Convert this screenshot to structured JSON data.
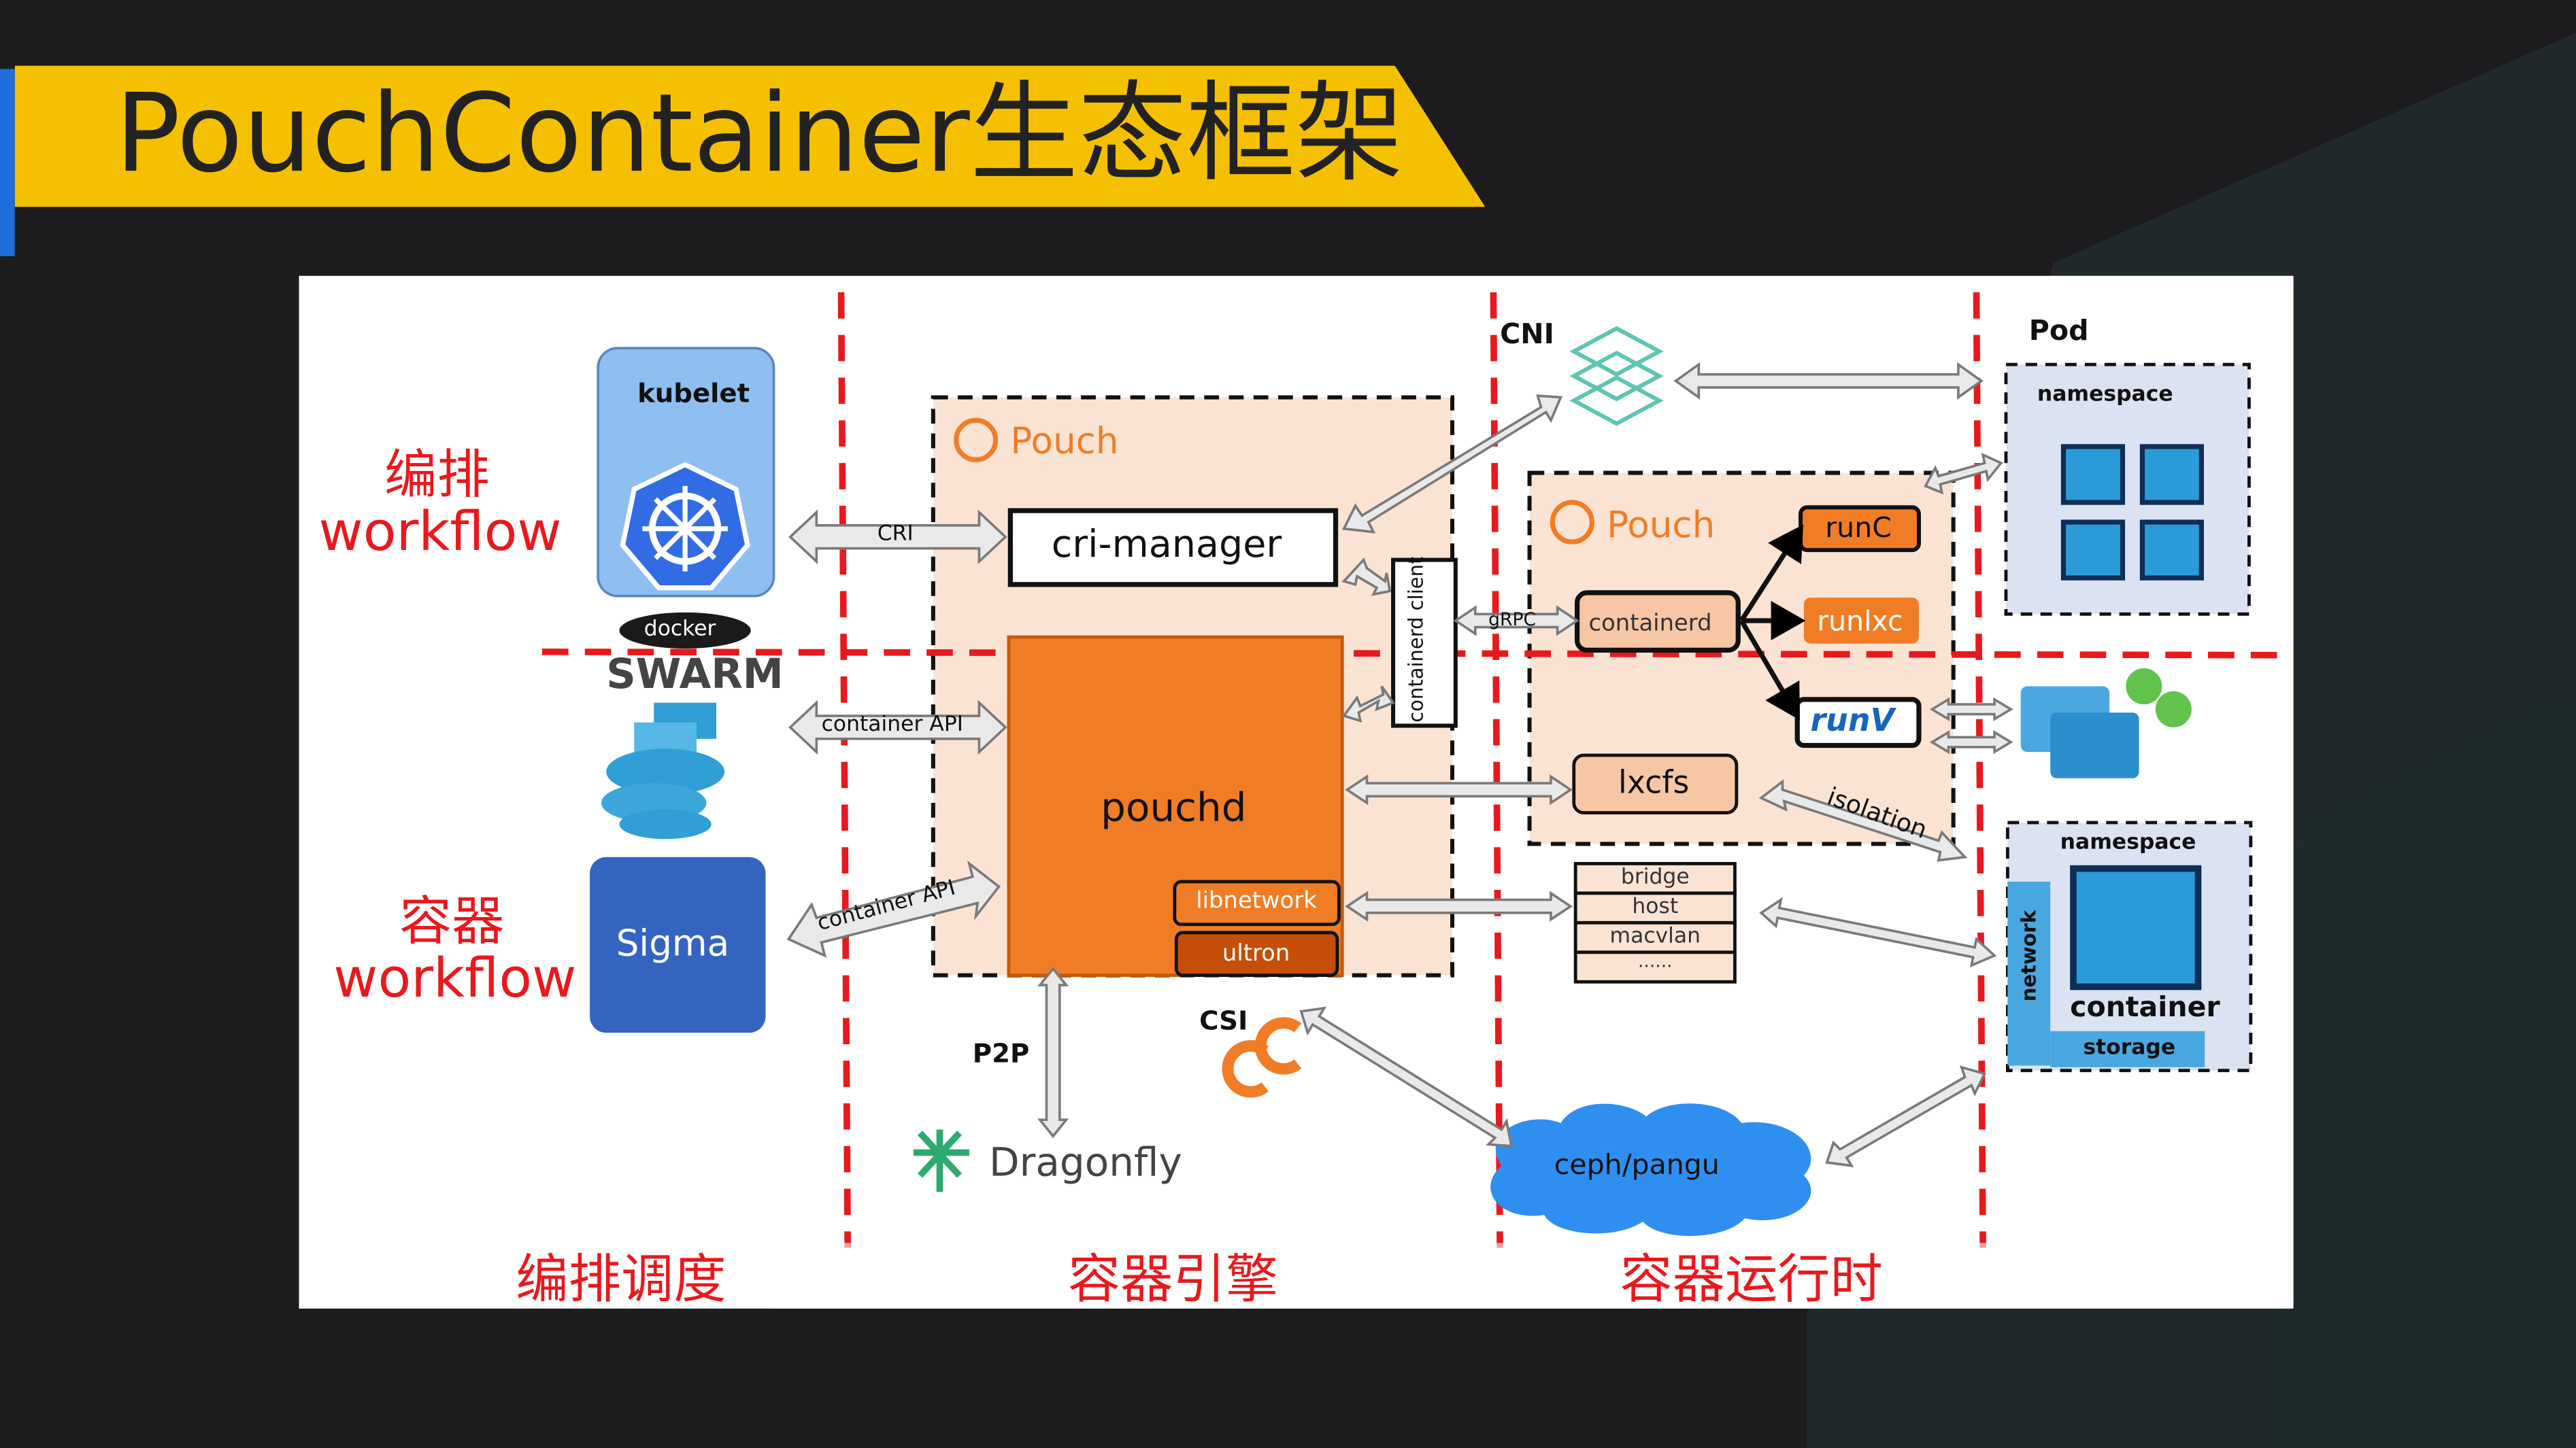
{
  "title": "PouchContainer生态框架",
  "colors": {
    "banner": "#f5c000",
    "side_accent": "#1e6fdc",
    "red_label": "#e8191d",
    "orange": "#f07d25",
    "peach": "#fbe3d3",
    "slide_bg": "#1c1c1e"
  },
  "orchestration": {
    "label_1a": "编排",
    "label_1b": "workflow",
    "label_2a": "容器",
    "label_2b": "workflow",
    "kubelet": "kubelet",
    "docker_word": "docker",
    "swarm_word": "SWARM",
    "sigma": "Sigma"
  },
  "arrows": {
    "cri": "CRI",
    "container_api_1": "container API",
    "container_api_2": "container API",
    "grpc": "gRPC",
    "isolation": "isolation",
    "p2p": "P2P"
  },
  "engine": {
    "pouch_brand": "Pouch",
    "cri_manager": "cri-manager",
    "pouchd": "pouchd",
    "libnetwork": "libnetwork",
    "ultron": "ultron",
    "containerd_client": "containerd client",
    "csi": "CSI",
    "dragonfly": "Dragonfly"
  },
  "runtime": {
    "cni": "CNI",
    "pouch_brand": "Pouch",
    "containerd": "containerd",
    "runc": "runC",
    "runlxc": "runlxc",
    "runv": "runV",
    "lxcfs": "lxcfs",
    "net_modes": [
      "bridge",
      "host",
      "macvlan",
      "......"
    ],
    "ceph": "ceph/pangu"
  },
  "pod": {
    "pod_label": "Pod",
    "namespace_1": "namespace",
    "namespace_2": "namespace",
    "network": "network",
    "container": "container",
    "storage": "storage"
  },
  "bottom_labels": {
    "scheduling": "编排调度",
    "engine": "容器引擎",
    "runtime": "容器运行时"
  }
}
